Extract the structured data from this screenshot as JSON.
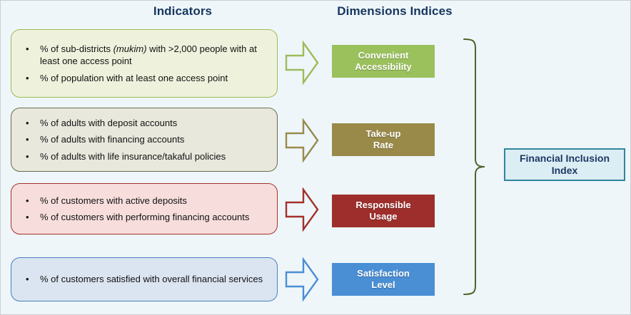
{
  "page": {
    "background_color": "#eef6fa",
    "border_color": "#c9ced1"
  },
  "headers": {
    "indicators": "Indicators",
    "dimensions": "Dimensions Indices",
    "color": "#17365d"
  },
  "indicator_groups": [
    {
      "id": "convenient-accessibility",
      "background_color": "#eef2dc",
      "border_color": "#9ebb59",
      "bullets": [
        {
          "pre": "% of sub-districts ",
          "emphasis": "(mukim)",
          "post": " with >2,000 people with at least one access point"
        },
        {
          "pre": "% of population with at least one access point",
          "emphasis": "",
          "post": ""
        }
      ]
    },
    {
      "id": "take-up-rate",
      "background_color": "#e8e8dd",
      "border_color": "#6b6b4a",
      "bullets": [
        {
          "pre": "% of adults with deposit accounts",
          "emphasis": "",
          "post": ""
        },
        {
          "pre": "% of adults with financing accounts",
          "emphasis": "",
          "post": ""
        },
        {
          "pre": "% of adults with life insurance/takaful policies",
          "emphasis": "",
          "post": ""
        }
      ]
    },
    {
      "id": "responsible-usage",
      "background_color": "#f7dedd",
      "border_color": "#a33129",
      "bullets": [
        {
          "pre": "% of customers with active deposits",
          "emphasis": "",
          "post": ""
        },
        {
          "pre": "% of customers with performing financing accounts",
          "emphasis": "",
          "post": ""
        }
      ]
    },
    {
      "id": "satisfaction-level",
      "background_color": "#dbe5f1",
      "border_color": "#4a7ebb",
      "bullets": [
        {
          "pre": "% of customers satisfied with overall financial services",
          "emphasis": "",
          "post": ""
        }
      ]
    }
  ],
  "arrows": [
    {
      "name": "arrow-convenient-accessibility",
      "color": "#9ebb59"
    },
    {
      "name": "arrow-take-up-rate",
      "color": "#998a49"
    },
    {
      "name": "arrow-responsible-usage",
      "color": "#a33129"
    },
    {
      "name": "arrow-satisfaction-level",
      "color": "#4a8ed4"
    }
  ],
  "dimension_indices": [
    {
      "label": "Convenient\nAccessibility",
      "line1": "Convenient",
      "line2": "Accessibility",
      "color": "#9ac15c"
    },
    {
      "label": "Take-up\nRate",
      "line1": "Take-up",
      "line2": "Rate",
      "color": "#998a49"
    },
    {
      "label": "Responsible\nUsage",
      "line1": "Responsible",
      "line2": "Usage",
      "color": "#9d2e2b"
    },
    {
      "label": "Satisfaction\nLevel",
      "line1": "Satisfaction",
      "line2": "Level",
      "color": "#4a8ed4"
    }
  ],
  "brace": {
    "name": "grouping-brace",
    "color": "#4f6228"
  },
  "index": {
    "line1": "Financial Inclusion",
    "line2": "Index",
    "background_color": "#dbeef4",
    "border_color": "#31859c",
    "text_color": "#1f3864"
  },
  "bullet_glyph": "•"
}
